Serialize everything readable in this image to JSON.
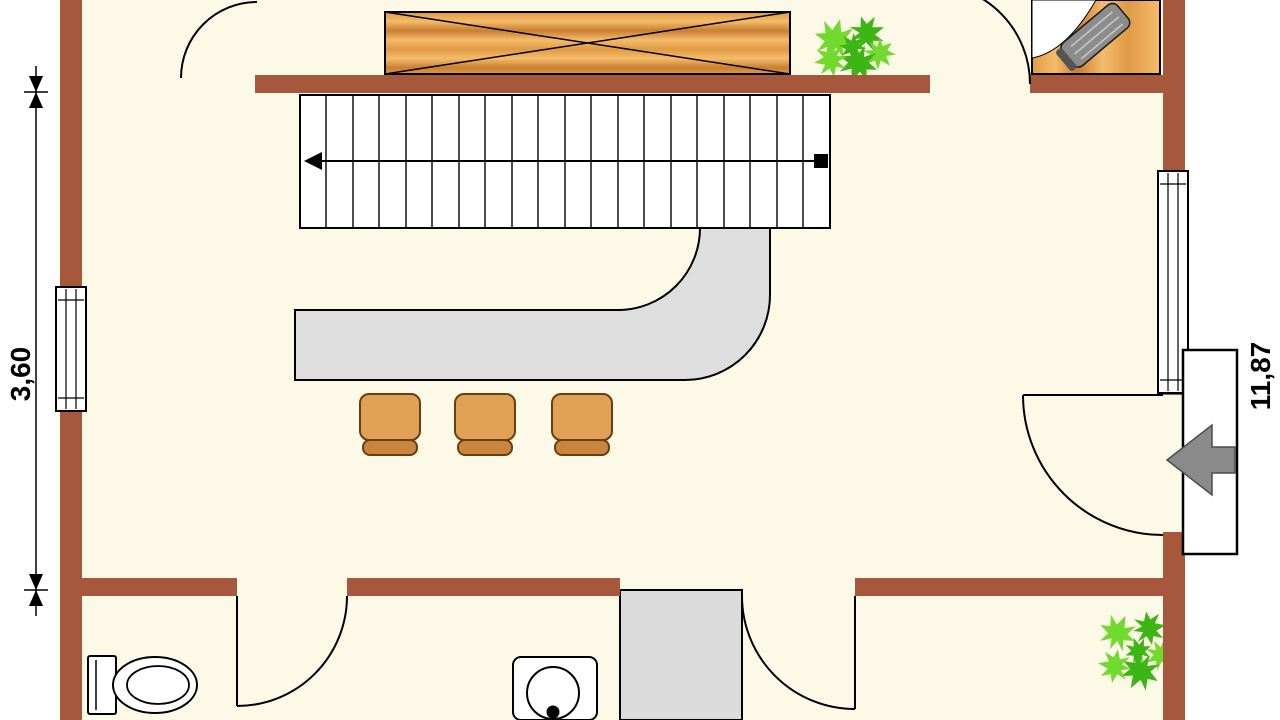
{
  "dimensions": {
    "left_label": "3,60",
    "right_label": "11,87"
  },
  "colors": {
    "background": "#ffffff",
    "floor": "#FDF9E7",
    "wall": "#A6573C",
    "line": "#000000",
    "counter": "#DEDEDE",
    "shaft": "#DBDBDB",
    "wood_light": "#F4BC6A",
    "wood_mid": "#E09A45",
    "wood_dark": "#C97F33",
    "stool": "#DFA156",
    "stool_dark": "#C8863C",
    "plant_dark": "#3DB514",
    "plant_light": "#72D92E",
    "arrow": "#8A8A8A",
    "chair": "#8C8C8C"
  },
  "fixtures": {
    "stairs_step_count": 20,
    "stool_count": 3,
    "plant_count": 2,
    "window_count": 2,
    "door_count": 4,
    "items": [
      "staircase",
      "kitchen-counter",
      "bar-stools",
      "crossed-table",
      "plants",
      "desk-with-chair",
      "toilet",
      "boiler",
      "duct-shaft",
      "entrance-arrow",
      "windows",
      "door-swings"
    ]
  }
}
